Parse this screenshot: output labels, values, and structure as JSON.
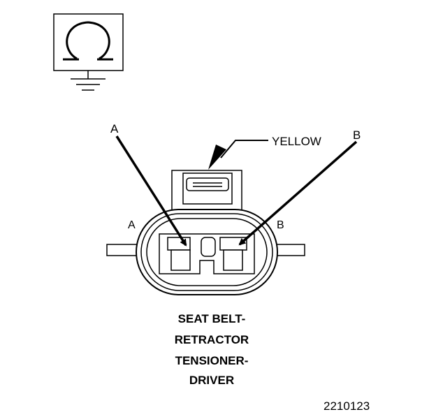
{
  "diagram": {
    "ohm_symbol": "Ω",
    "callouts": {
      "wire_color": "YELLOW",
      "terminal_a": "A",
      "terminal_b": "B"
    },
    "cavity_labels": {
      "a": "A",
      "b": "B"
    },
    "caption": {
      "line1": "SEAT BELT-",
      "line2": "RETRACTOR",
      "line3": "TENSIONER-",
      "line4": "DRIVER"
    },
    "figure_number": "2210123",
    "icons": [
      "ohmmeter-icon",
      "ground-icon",
      "connector-icon"
    ],
    "colors": {
      "ink": "#000000",
      "background": "#ffffff"
    }
  }
}
